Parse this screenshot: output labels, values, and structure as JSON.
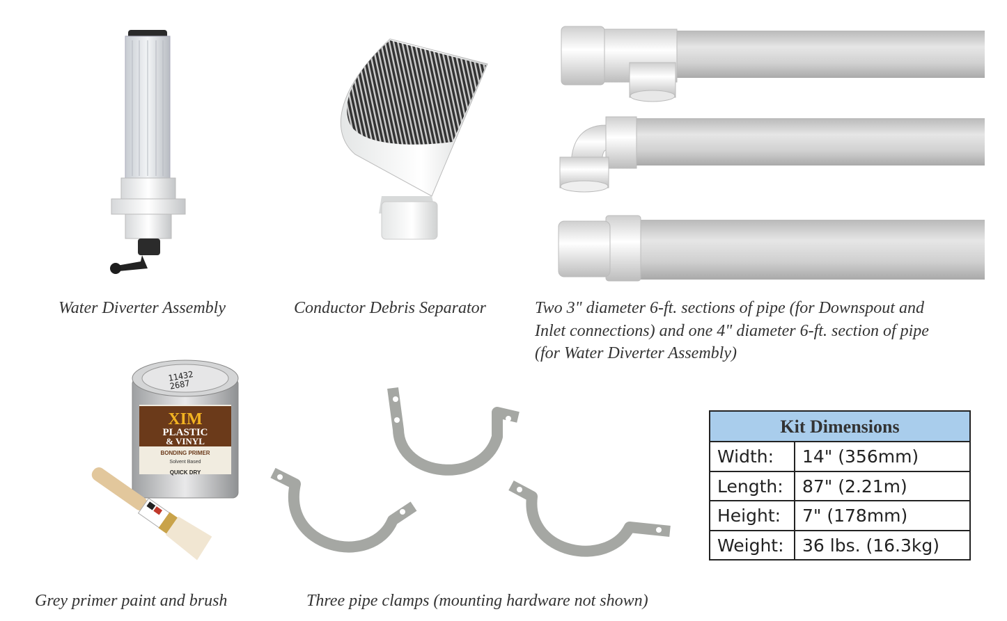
{
  "captions": {
    "water_diverter": "Water Diverter Assembly",
    "debris_separator": "Conductor Debris Separator",
    "pipes_line1": "Two 3\" diameter 6-ft. sections of pipe (for Downspout and",
    "pipes_line2": "Inlet connections) and one 4\" diameter 6-ft. section of pipe",
    "pipes_line3": "(for Water Diverter Assembly)",
    "primer": "Grey primer paint and brush",
    "clamps": "Three pipe clamps (mounting hardware not shown)"
  },
  "paint_can": {
    "lid_code_1": "11432",
    "lid_code_2": "2687",
    "brand": "XIM",
    "line1": "PLASTIC",
    "line2": "& VINYL",
    "line3": "BONDING PRIMER",
    "line4": "Solvent Based",
    "line5": "QUICK DRY"
  },
  "kit_table": {
    "title": "Kit Dimensions",
    "rows": [
      {
        "label": "Width:",
        "value": "14\" (356mm)"
      },
      {
        "label": "Length:",
        "value": "87\" (2.21m)"
      },
      {
        "label": "Height:",
        "value": "7\" (178mm)"
      },
      {
        "label": "Weight:",
        "value": "36 lbs. (16.3kg)"
      }
    ]
  },
  "colors": {
    "table_header": "#a9cdec",
    "pipe": "#d9d9d9",
    "clamp": "#a8aaa6"
  }
}
